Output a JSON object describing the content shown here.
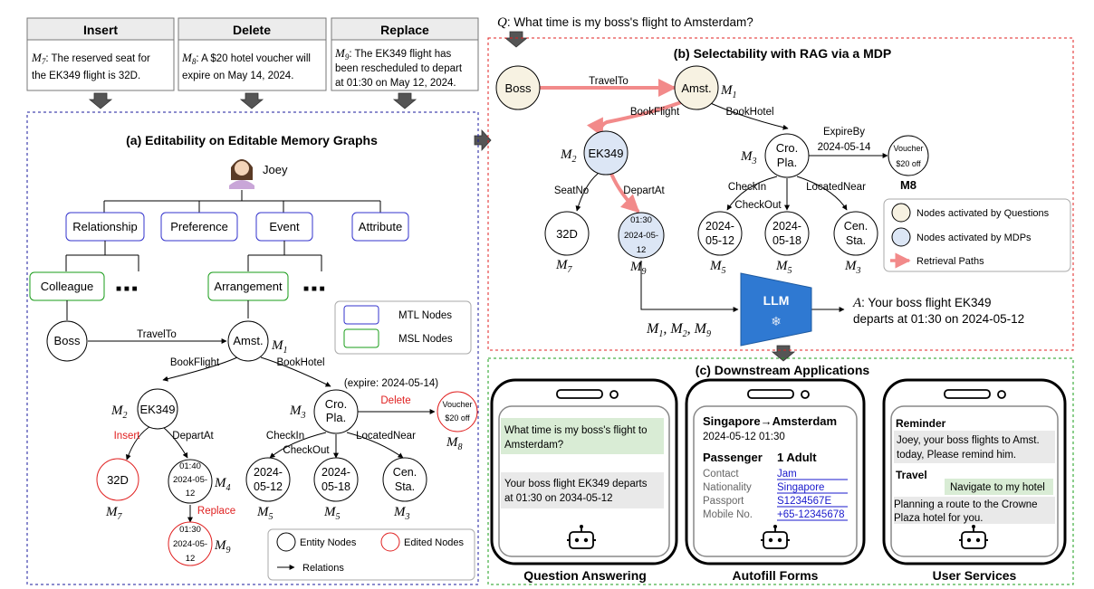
{
  "ops": {
    "insert": {
      "header": "Insert",
      "label": "M",
      "sub": "7",
      "text1": ": The reserved seat for",
      "text2": "the EK349 flight is 32D."
    },
    "delete": {
      "header": "Delete",
      "label": "M",
      "sub": "8",
      "text1": ": A $20 hotel voucher will",
      "text2": "expire on May 14, 2024."
    },
    "replace": {
      "header": "Replace",
      "label": "M",
      "sub": "9",
      "text1": ": The EK349 flight has",
      "text2": "been rescheduled to depart",
      "text3": "at 01:30 on May 12, 2024."
    }
  },
  "question": {
    "label": "Q",
    "text": ": What time is my boss's flight to Amsterdam?"
  },
  "panel_a": {
    "title": "(a) Editability on Editable Memory Graphs",
    "user": "Joey",
    "mtl": [
      "Relationship",
      "Preference",
      "Event",
      "Attribute"
    ],
    "msl": [
      "Colleague",
      "Arrangement"
    ],
    "dots": "■  ■  ■",
    "nodes": {
      "boss": "Boss",
      "amst": "Amst.",
      "ek349": "EK349",
      "cro1": "Cro.",
      "cro2": "Pla.",
      "voucher1": "Voucher",
      "voucher2": "$20 off",
      "seat": "32D",
      "t140_1": "01:40",
      "t140_2": "2024-05-",
      "t140_3": "12",
      "t130_1": "01:30",
      "t130_2": "2024-05-",
      "t130_3": "12",
      "ci1": "2024-",
      "ci2": "05-12",
      "co1": "2024-",
      "co2": "05-18",
      "cen1": "Cen.",
      "cen2": "Sta."
    },
    "edges": {
      "travel": "TravelTo",
      "bookflight": "BookFlight",
      "bookhotel": "BookHotel",
      "expire": "(expire: 2024-05-14)",
      "delete": "Delete",
      "insert": "Insert",
      "departat": "DepartAt",
      "replace": "Replace",
      "checkin": "CheckIn",
      "checkout": "CheckOut",
      "locatednear": "LocatedNear"
    },
    "labels": {
      "m1": "1",
      "m2": "2",
      "m3": "3",
      "m3b": "3",
      "m4": "4",
      "m5a": "5",
      "m5b": "5",
      "m7": "7",
      "m8": "8",
      "m9": "9",
      "M": "M"
    },
    "legend": {
      "mtl": "MTL Nodes",
      "msl": "MSL Nodes",
      "entity": "Entity Nodes",
      "edited": "Edited Nodes",
      "relations": "Relations"
    }
  },
  "panel_b": {
    "title": "(b) Selectability with RAG via a MDP",
    "nodes": {
      "boss": "Boss",
      "amst": "Amst.",
      "ek349": "EK349",
      "cro1": "Cro.",
      "cro2": "Pla.",
      "voucher1": "Voucher",
      "voucher2": "$20 off",
      "m8": "M8",
      "seat": "32D",
      "t1": "01:30",
      "t2": "2024-05-",
      "t3": "12",
      "ci1": "2024-",
      "ci2": "05-12",
      "co1": "2024-",
      "co2": "05-18",
      "cen1": "Cen.",
      "cen2": "Sta."
    },
    "edges": {
      "travel": "TravelTo",
      "bookflight": "BookFlight",
      "bookhotel": "BookHotel",
      "expireby": "ExpireBy",
      "expiredate": "2024-05-14",
      "seatno": "SeatNo",
      "departat": "DepartAt",
      "checkin": "CheckIn",
      "checkout": "CheckOut",
      "locatednear": "LocatedNear"
    },
    "llm": "LLM",
    "llm_inputs": {
      "m1": "1",
      "m2": "2",
      "m9": "9"
    },
    "answer": {
      "label": "A",
      "line1": ": Your boss flight EK349",
      "line2": "departs at 01:30 on 2024-05-12"
    },
    "legend": {
      "q": "Nodes activated by Questions",
      "mdp": "Nodes activated by MDPs",
      "path": "Retrieval Paths"
    }
  },
  "panel_c": {
    "title": "(c) Downstream Applications",
    "qa": {
      "q1": "What time is my boss's flight to",
      "q2": "Amsterdam?",
      "a1": "Your boss flight EK349 departs",
      "a2": "at 01:30 on 2034-05-12",
      "caption": "Question Answering"
    },
    "form": {
      "route": "Singapore→Amsterdam",
      "datetime": "2024-05-12 01:30",
      "passenger": "Passenger",
      "adult": "1 Adult",
      "fields": [
        {
          "k": "Contact",
          "v": "Jam"
        },
        {
          "k": "Nationality",
          "v": "Singapore"
        },
        {
          "k": "Passport",
          "v": "S1234567E"
        },
        {
          "k": "Mobile No.",
          "v": "+65-12345678"
        }
      ],
      "caption": "Autofill Forms"
    },
    "services": {
      "reminder": "Reminder",
      "r1": "Joey, your boss flights to Amst.",
      "r2": "today, Please remind him.",
      "travel": "Travel",
      "nav": "Navigate to my hotel",
      "p1": "Planning a route to the Crowne",
      "p2": "Plaza hotel for you.",
      "caption": "User Services"
    }
  },
  "colors": {
    "mtl": "#3333cc",
    "msl": "#1a9c1a",
    "edited": "#e02020",
    "beige": "#f7f2e2",
    "blue": "#dce6f5",
    "path": "#f28a8a",
    "llm": "#2f79d2",
    "bubble": "#e9e9e9",
    "bubble_green": "#d9ecd5"
  }
}
